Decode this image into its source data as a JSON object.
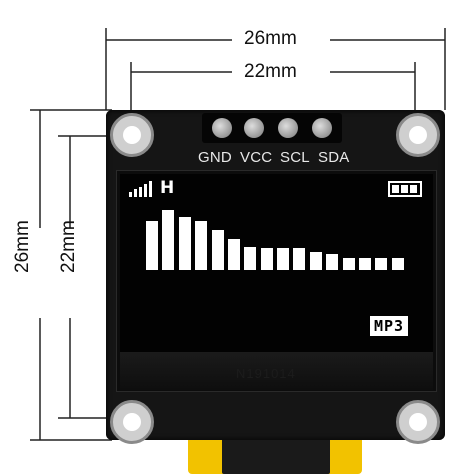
{
  "dimensions": {
    "outer_width": "26mm",
    "inner_width": "22mm",
    "outer_height": "26mm",
    "inner_height": "22mm"
  },
  "pins": [
    "GND",
    "VCC",
    "SCL",
    "SDA"
  ],
  "screen": {
    "mode_letter": "H",
    "label": "MP3",
    "signal_bars": 5,
    "battery_cells": 3,
    "equalizer_levels": [
      0.82,
      1.0,
      0.88,
      0.82,
      0.66,
      0.52,
      0.38,
      0.36,
      0.36,
      0.36,
      0.3,
      0.26,
      0.2,
      0.2,
      0.2,
      0.2
    ]
  },
  "chip_marking": "N191014",
  "colors": {
    "pcb": "#151515",
    "bezel": "#0c0c0c",
    "flex_cable": "#f2c200",
    "silk": "#e8e8e8"
  }
}
